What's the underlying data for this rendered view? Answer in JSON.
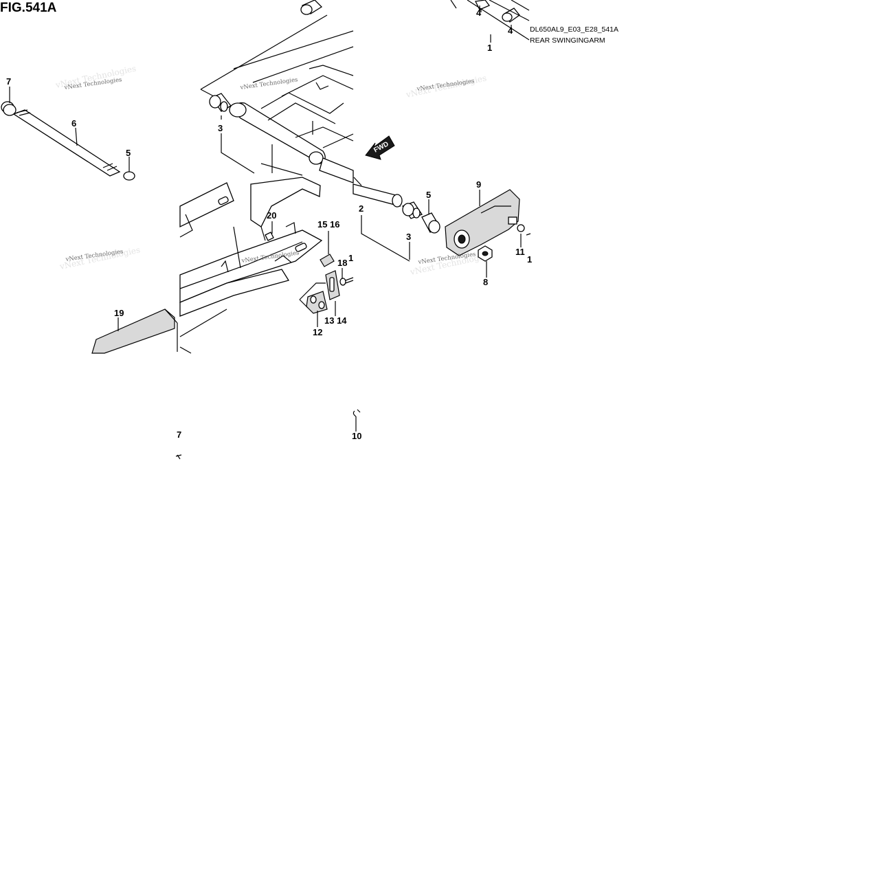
{
  "figure": {
    "title": "FIG.541A",
    "code": "DL650AL9_E03_E28_541A",
    "name": "REAR SWINGINGARM",
    "fwd_label": "FWD"
  },
  "watermark": {
    "text": "vNext Technologies"
  },
  "callouts": {
    "c1_top": "1",
    "c2": "2",
    "c3_upper": "3",
    "c3_lower": "3",
    "c4_a": "4",
    "c4_b": "4",
    "c5_left": "5",
    "c5_right": "5",
    "c6": "6",
    "c7_top": "7",
    "c7_bottom": "7",
    "c8": "8",
    "c9": "9",
    "c10": "10",
    "c11": "11",
    "c12": "12",
    "c13_14": "13 14",
    "c15_16": "15 16",
    "c17": "1",
    "c18": "18",
    "c19": "19",
    "c20": "20",
    "c_edge_right": "1"
  }
}
